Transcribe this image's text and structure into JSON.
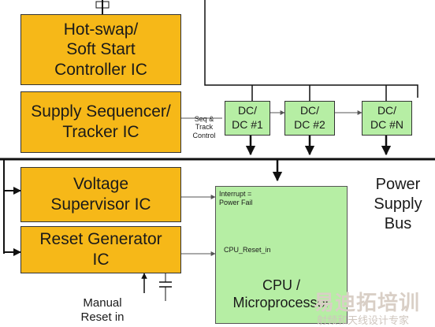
{
  "blocks": {
    "hotswap": "Hot-swap/\nSoft Start\nController IC",
    "sequencer": "Supply Sequencer/\nTracker IC",
    "voltage_supervisor": "Voltage\nSupervisor IC",
    "reset_generator": "Reset Generator\nIC"
  },
  "dcdc": {
    "dc1": "DC/\nDC #1",
    "dc2": "DC/\nDC #2",
    "dcn": "DC/\nDC #N"
  },
  "cpu": {
    "label": "CPU /\nMicroprocessor",
    "interrupt_pin": "Interrupt =\nPower Fail",
    "reset_pin": "CPU_Reset_in"
  },
  "labels": {
    "seq_track": "Seq &\nTrack\nControl",
    "power_bus": "Power\nSupply\nBus",
    "manual_reset": "Manual\nReset in"
  },
  "watermark": {
    "brand": "易迪拓培训",
    "tagline": "射频和天线设计专家"
  },
  "colors": {
    "ic_block": "#f6b818",
    "dcdc_block": "#b6eea4",
    "cpu_block": "#b6eea4",
    "watermark": "#d9d0c8"
  }
}
